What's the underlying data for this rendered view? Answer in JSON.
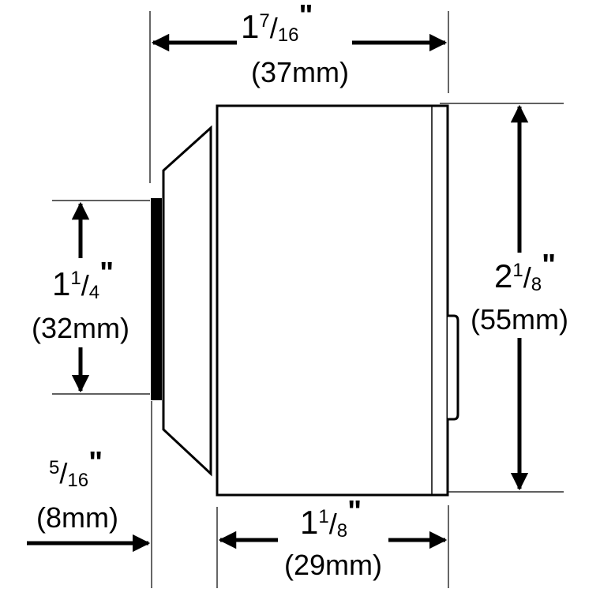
{
  "dimensions": {
    "overall_width": {
      "whole": "1",
      "num": "7",
      "den": "16",
      "mark": "\"",
      "metric": "(37mm)"
    },
    "overall_height": {
      "whole": "2",
      "num": "1",
      "den": "8",
      "mark": "\"",
      "metric": "(55mm)"
    },
    "body_width": {
      "whole": "1",
      "num": "1",
      "den": "8",
      "mark": "\"",
      "metric": "(29mm)"
    },
    "flange_height": {
      "whole": "1",
      "num": "1",
      "den": "4",
      "mark": "\"",
      "metric": "(32mm)"
    },
    "flange_thickness": {
      "num": "5",
      "den": "16",
      "mark": "\"",
      "metric": "(8mm)"
    }
  },
  "colors": {
    "line": "#000000",
    "background": "#ffffff"
  }
}
